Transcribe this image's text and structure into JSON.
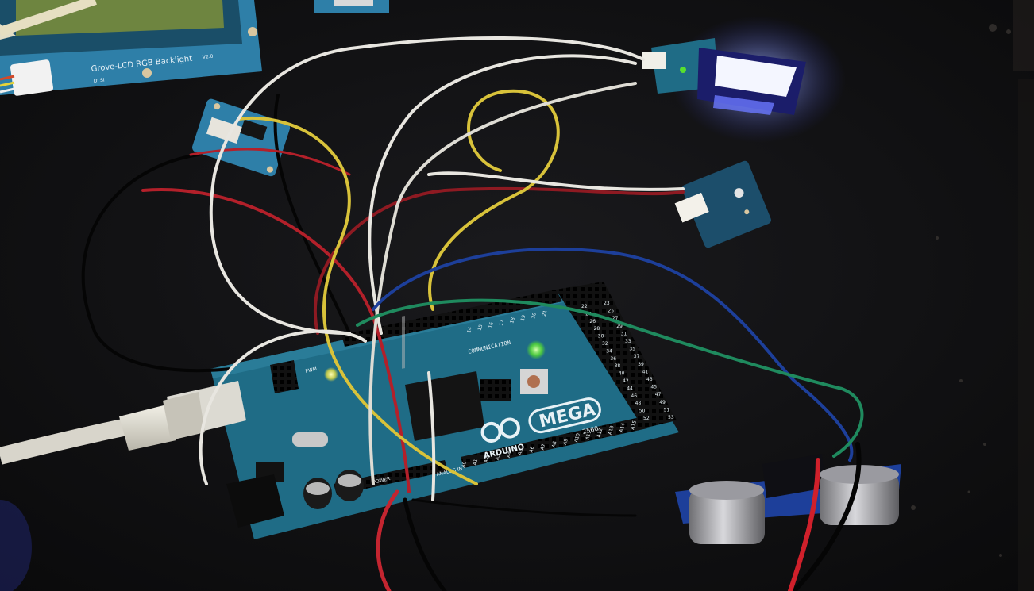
{
  "lcd_module": {
    "label": "Grove-LCD RGB Backlight",
    "version": "V2.0",
    "pins": "DI SI"
  },
  "arduino": {
    "brand": "ARDUINO",
    "model": "MEGA",
    "model_number": "2560",
    "communication_label": "COMMUNICATION",
    "analog_in_label": "ANALOG IN",
    "power_label": "POWER",
    "pwm_label": "PWM",
    "header_numbers": [
      "22",
      "24",
      "26",
      "28",
      "30",
      "32",
      "34",
      "36",
      "38",
      "40",
      "42",
      "44",
      "46",
      "48",
      "50",
      "52"
    ],
    "header_numbers_odd": [
      "23",
      "25",
      "27",
      "29",
      "31",
      "33",
      "35",
      "37",
      "39",
      "41",
      "43",
      "45",
      "47",
      "49",
      "51",
      "53"
    ],
    "analog_pins": [
      "A0",
      "A1",
      "A2",
      "A3",
      "A4",
      "A5",
      "A6",
      "A7",
      "A8",
      "A9",
      "A10",
      "A11",
      "A12",
      "A13",
      "A14",
      "A15"
    ],
    "comm_pins": [
      "14",
      "15",
      "16",
      "17",
      "18",
      "19",
      "20",
      "21"
    ]
  },
  "colors": {
    "background": "#0e0e10",
    "arduino_blue": "#1f6c86",
    "grove_blue": "#2e7fa8",
    "led_glow": "#8fa0ff",
    "wire_white": "#e8e6e0",
    "wire_red": "#b3202a",
    "wire_yellow": "#d8c23a",
    "wire_blue": "#1d3f9a",
    "wire_green": "#1f8a5e",
    "wire_black": "#050505"
  }
}
